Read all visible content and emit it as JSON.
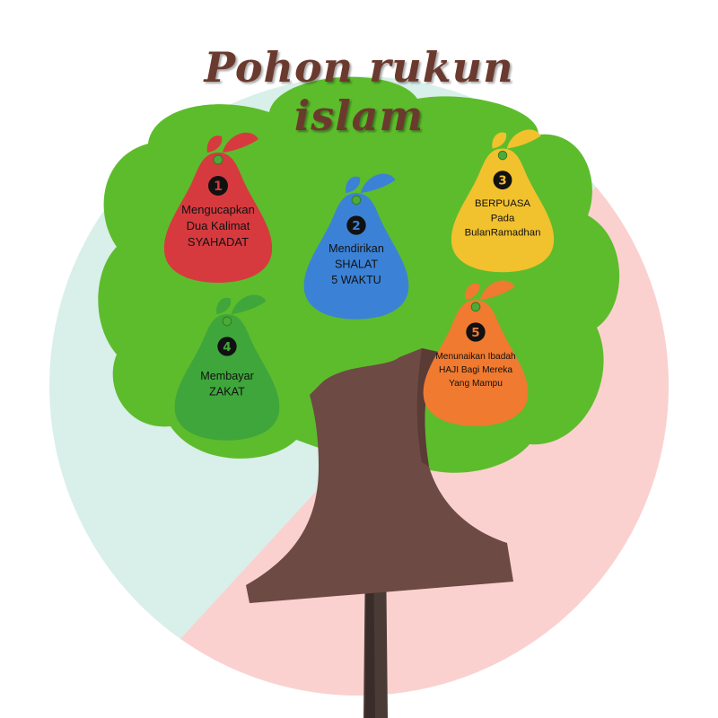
{
  "title": "Pohon rukun islam",
  "colors": {
    "bg_mint": "#d9efe9",
    "bg_pink": "#fbd1cf",
    "canopy": "#5dbc2c",
    "trunk": "#6d4a44",
    "title": "#6b3a2e"
  },
  "pillars": [
    {
      "number": "1",
      "color": "#d63a3f",
      "lines": [
        "Mengucapkan",
        "Dua Kalimat",
        "SYAHADAT"
      ]
    },
    {
      "number": "2",
      "color": "#3b82d6",
      "lines": [
        "Mendirikan",
        "SHALAT",
        "5 WAKTU"
      ]
    },
    {
      "number": "3",
      "color": "#f2c12e",
      "lines": [
        "BERPUASA",
        "Pada",
        "BulanRamadhan"
      ]
    },
    {
      "number": "4",
      "color": "#3fa63c",
      "lines": [
        "Membayar",
        "ZAKAT"
      ]
    },
    {
      "number": "5",
      "color": "#f07a30",
      "lines": [
        "Menunaikan Ibadah",
        "HAJI Bagi Mereka",
        "Yang Mampu"
      ]
    }
  ]
}
